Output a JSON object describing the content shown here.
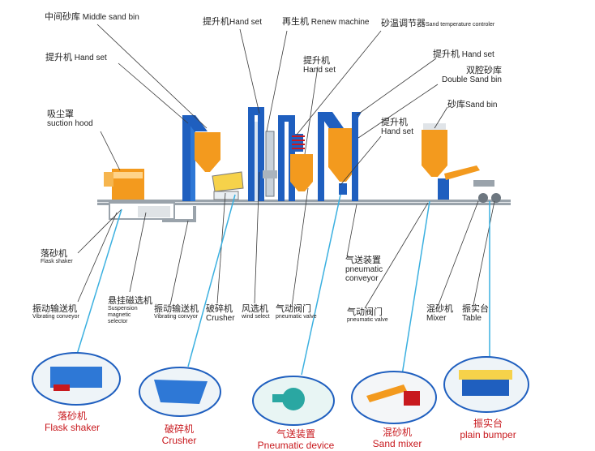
{
  "colors": {
    "tower": "#1f5fbf",
    "hopper": "#f39a1e",
    "pipe": "#9aa3ab",
    "leader": "#3a3a3a",
    "blueLeader": "#3bb0e0",
    "caption": "#c8191e"
  },
  "top_labels": {
    "middle_bin_cn": "中间砂库",
    "middle_bin_en": "Middle sand bin",
    "hand_set_1_cn": "提升机",
    "hand_set_1_en": "Hand set",
    "renew_cn": "再生机",
    "renew_en": "Renew machine",
    "temp_cn": "砂温调节器",
    "temp_en": "Sand temperature controler",
    "hand_set_left_cn": "提升机",
    "hand_set_left_en": "Hand set",
    "hand_set_mid_cn": "提升机",
    "hand_set_mid_en": "Hand set",
    "hand_set_right_cn": "提升机",
    "hand_set_right_en": "Hand set",
    "double_bin_cn": "双腔砂库",
    "double_bin_en": "Double Sand bin",
    "hand_set_lower_cn": "提升机",
    "hand_set_lower_en": "Hand set",
    "sand_bin_cn": "砂库",
    "sand_bin_en": "Sand bin",
    "suction_cn": "吸尘罩",
    "suction_en": "suction hood"
  },
  "bottom_labels": {
    "flask_shaker_cn": "落砂机",
    "flask_shaker_en": "Flask shaker",
    "pneumatic_conv_cn": "气送装置",
    "pneumatic_conv_en1": "pneumatic",
    "pneumatic_conv_en2": "conveyor",
    "vib_conv1_cn": "振动输送机",
    "vib_conv1_en": "Vibrating conveyor",
    "suspension_cn": "悬挂磁选机",
    "suspension_en1": "Suspension",
    "suspension_en2": "magnetic",
    "suspension_en3": "selector",
    "vib_conv2_cn": "振动输送机",
    "vib_conv2_en": "Vibrating convyor",
    "crusher_cn": "破碎机",
    "crusher_en": "Crusher",
    "wind_cn": "风选机",
    "wind_en": "wind select",
    "pvalve1_cn": "气动阀门",
    "pvalve1_en": "pneumatic valve",
    "pvalve2_cn": "气动阀门",
    "pvalve2_en": "pneumatic valve",
    "mixer_cn": "混砂机",
    "mixer_en": "Mixer",
    "table_cn": "振实台",
    "table_en": "Table"
  },
  "captions": [
    {
      "cn": "落砂机",
      "en": "Flask shaker"
    },
    {
      "cn": "破碎机",
      "en": "Crusher"
    },
    {
      "cn": "气送装置",
      "en": "Pneumatic device"
    },
    {
      "cn": "混砂机",
      "en": "Sand mixer"
    },
    {
      "cn": "振实台",
      "en": "plain bumper"
    }
  ]
}
